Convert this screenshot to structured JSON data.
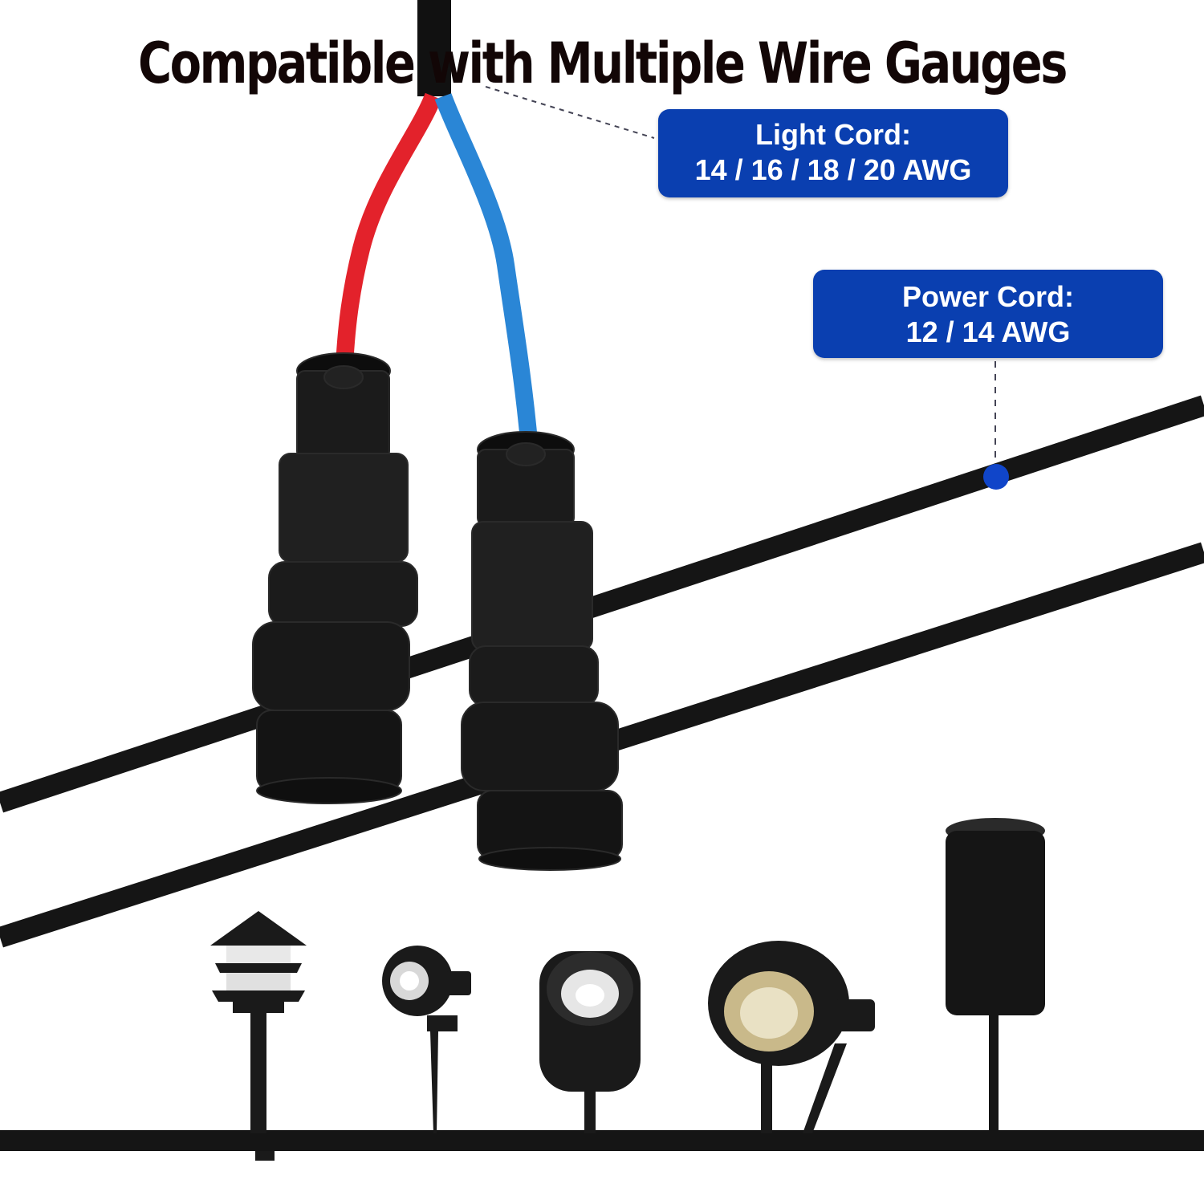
{
  "headline": "Compatible with Multiple Wire Gauges",
  "callouts": {
    "light_cord": {
      "label": "Light Cord:",
      "value": "14 / 16 / 18 / 20 AWG"
    },
    "power_cord": {
      "label": "Power Cord:",
      "value": "12 / 14 AWG"
    }
  },
  "colors": {
    "callout_background": "#0a3fb0",
    "red_wire": "#e3222b",
    "blue_wire": "#2a86d6",
    "cable": "#121212"
  },
  "fixtures": [
    "pagoda-path-light-icon",
    "spotlight-icon",
    "downlight-icon",
    "cob-spotlight-icon",
    "cylinder-light-icon"
  ]
}
